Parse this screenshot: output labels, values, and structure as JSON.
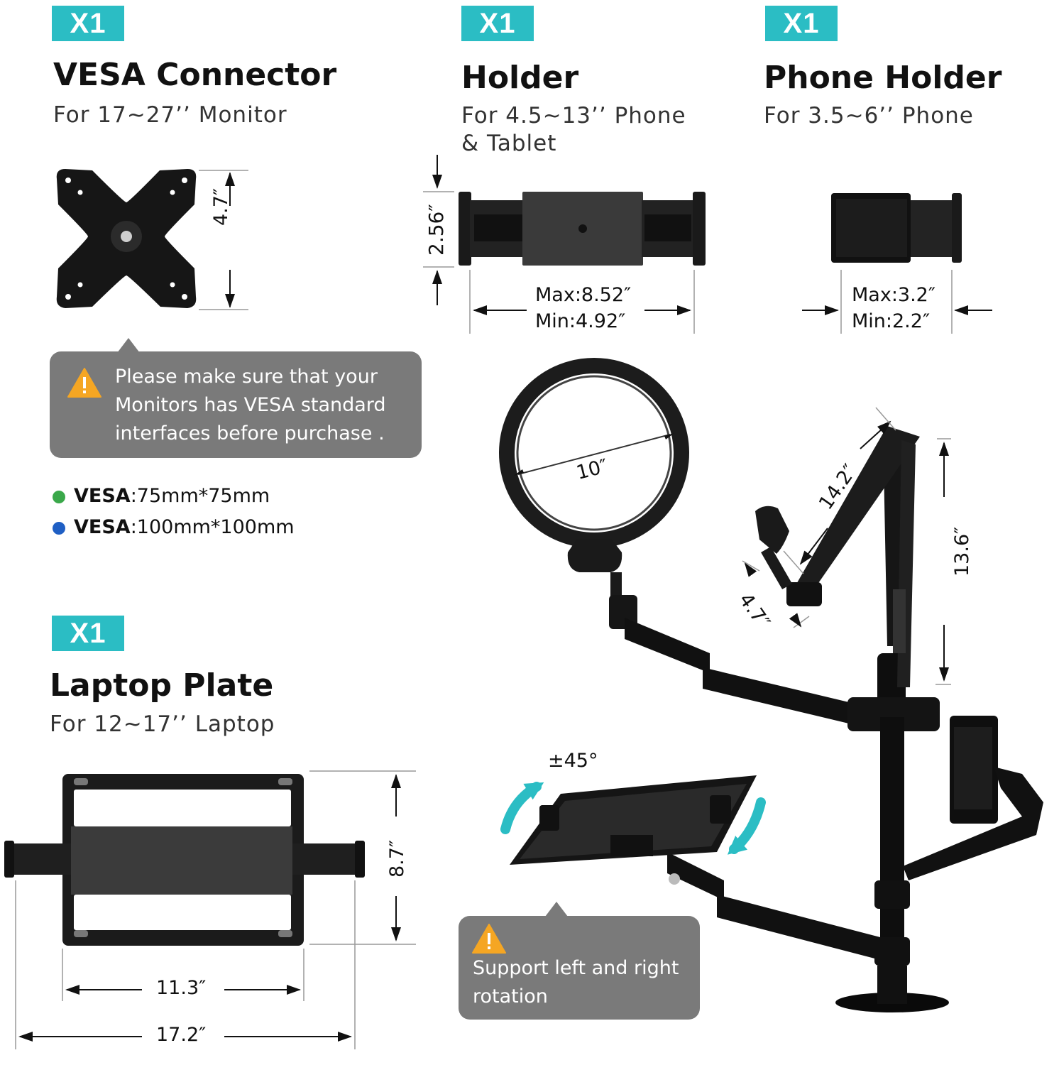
{
  "items": {
    "vesa_connector": {
      "badge": "X1",
      "title": "VESA Connector",
      "subtitle": "For 17~27’’ Monitor",
      "height": "4.7″"
    },
    "holder": {
      "badge": "X1",
      "title": "Holder",
      "subtitle_line1": "For 4.5~13’’ Phone",
      "subtitle_line2": "& Tablet",
      "height": "2.56″",
      "max": "Max:8.52″",
      "min": "Min:4.92″"
    },
    "phone_holder": {
      "badge": "X1",
      "title": "Phone Holder",
      "subtitle": "For 3.5~6’’ Phone",
      "max": "Max:3.2″",
      "min": "Min:2.2″"
    },
    "laptop_plate": {
      "badge": "X1",
      "title": "Laptop Plate",
      "subtitle": "For 12~17’’ Laptop",
      "height": "8.7″",
      "width_inner": "11.3″",
      "width_outer": "17.2″"
    }
  },
  "notes": {
    "vesa_warning": "Please make sure that your\nMonitors has VESA standard\ninterfaces before purchase .",
    "rotation_warning": "Support left and right\nrotation"
  },
  "vesa_specs": [
    {
      "label": "VESA",
      "value": ":75mm*75mm",
      "color": "#3aa84a"
    },
    {
      "label": "VESA",
      "value": ":100mm*100mm",
      "color": "#1f5fc4"
    }
  ],
  "stand_dimensions": {
    "ring_diameter": "10″",
    "arm_length": "14.2″",
    "arm_height": "13.6″",
    "mic_clip": "4.7″",
    "rotation": "±45°"
  },
  "colors": {
    "badge": "#2bbdc4",
    "note_bg": "#7a7a7a",
    "warning": "#f5a623",
    "arrow": "#2bbdc4"
  }
}
